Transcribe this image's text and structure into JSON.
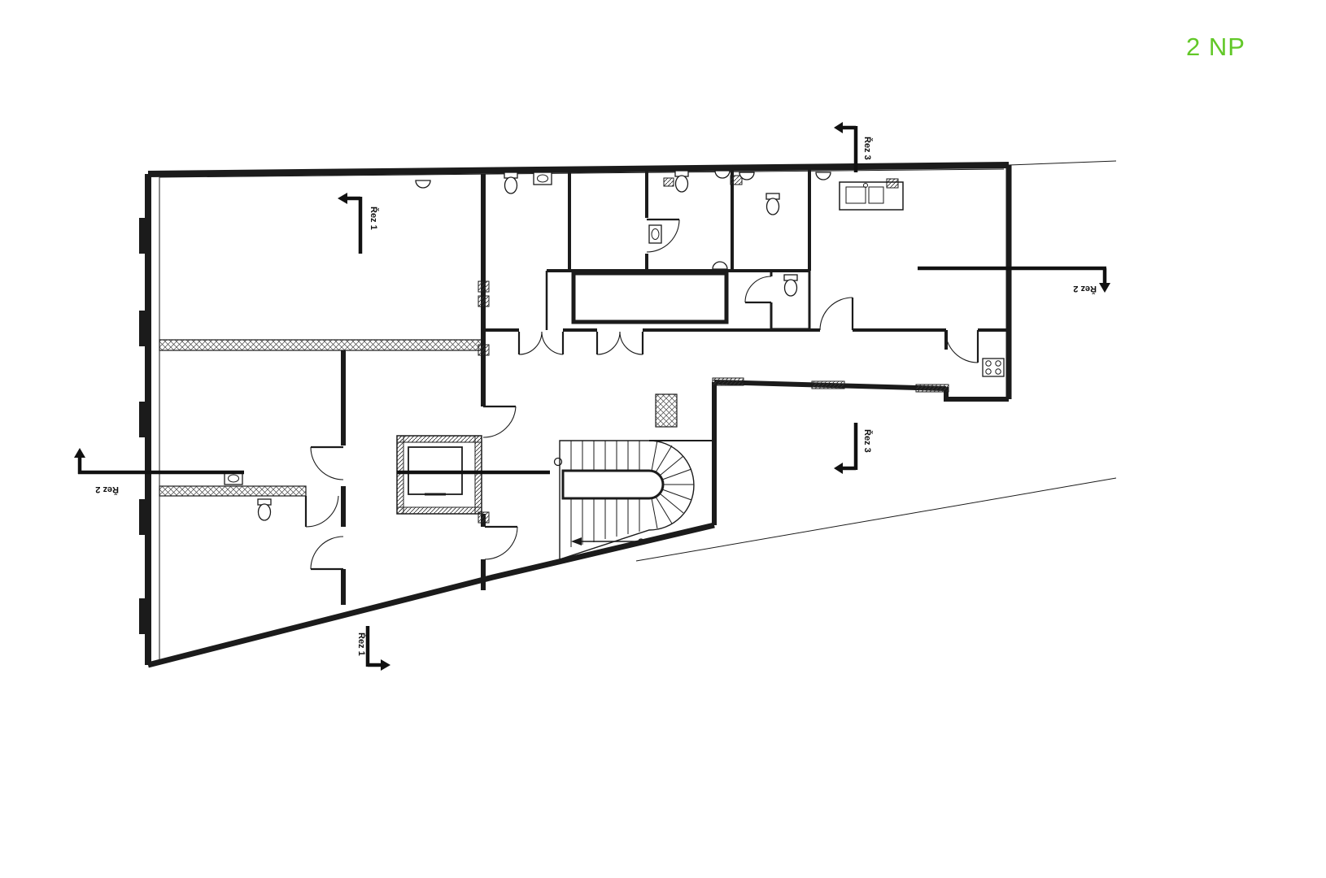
{
  "drawing": {
    "title": "2 NP",
    "title_color": "#62c828"
  },
  "section_markers": {
    "rez1_top": "Řez 1",
    "rez1_bottom": "Řez 1",
    "rez2_left": "Řez 2",
    "rez2_right": "Řez 2",
    "rez3_top": "Řez 3",
    "rez3_mid": "Řez 3"
  },
  "colors": {
    "line": "#1b1b1b",
    "background": "#ffffff"
  }
}
